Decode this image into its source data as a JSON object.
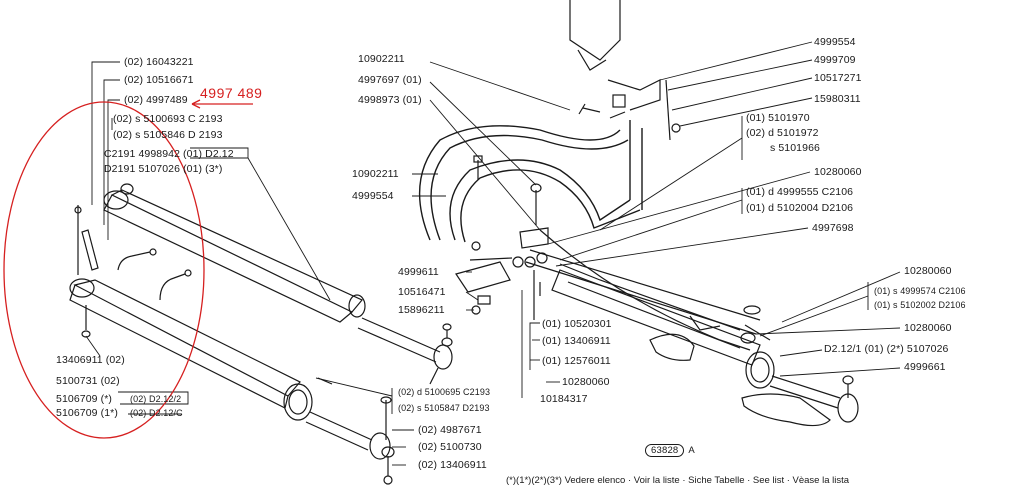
{
  "handwritten_note": "4997 489",
  "figure_ref": {
    "number": "63828",
    "suffix": "A"
  },
  "footer_note": "(*)(1*)(2*)(3*) Vedere elenco · Voir la liste · Siche Tabelle · See list · Vèase la lista",
  "left_labels": [
    "(02) 16043221",
    "(02) 10516671",
    "(02) 4997489",
    "(02) s  5100693  C 2193",
    "(02) s  5105846  D 2193",
    "C2191  4998942  (01) D2.12",
    "D2191  5107026  (01) (3*)",
    "13406911 (02)",
    "5100731 (02)",
    "5106709 (*)",
    "5106709 (1*)",
    "(02) D2.12/2",
    "(02) D2.12/C",
    "(02) d  5100695  C2193",
    "(02) s  5105847  D2193",
    "(02)  4987671",
    "(02)  5100730",
    "(02)  13406911"
  ],
  "center_labels": [
    "10902211",
    "4997697  (01)",
    "4998973  (01)",
    "10902211",
    "4999554",
    "4999611",
    "10516471",
    "15896211",
    "(01) 10520301",
    "(01) 13406911",
    "(01) 12576011",
    "10280060",
    "10184317"
  ],
  "right_labels": [
    "4999554",
    "4999709",
    "10517271",
    "15980311",
    "(01)    5101970",
    "(02) d  5101972",
    "s    5101966",
    "10280060",
    "(01) d  4999555   C2106",
    "(01) d  5102004   D2106",
    "4997698",
    "10280060",
    "(01) s  4999574   C2106",
    "(01) s  5102002   D2106",
    "10280060",
    "D2.12/1 (01) (2*)  5107026",
    "4999661"
  ]
}
